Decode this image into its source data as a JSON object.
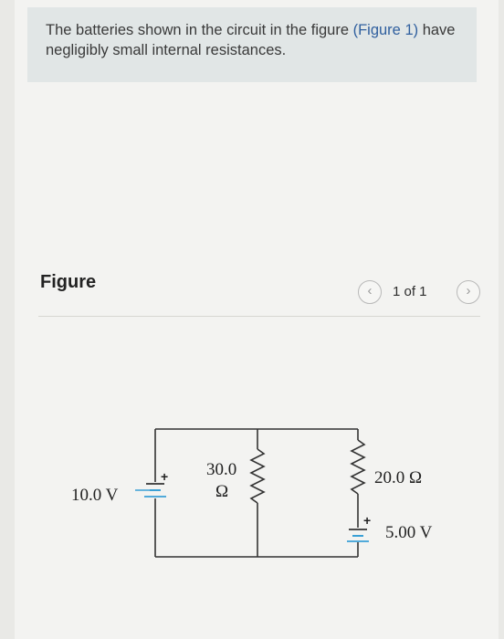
{
  "problem": {
    "text_before": "The batteries shown in the circuit in the figure ",
    "figure_link": "(Figure 1)",
    "text_after": " have negligibly small internal resistances."
  },
  "figure": {
    "label": "Figure",
    "pager": "1 of 1",
    "prev_icon": "chevron-left-icon",
    "next_icon": "chevron-right-icon"
  },
  "circuit": {
    "battery_left_voltage": "10.0 V",
    "resistor_middle_value": "30.0",
    "resistor_middle_unit": "Ω",
    "resistor_right": "20.0 Ω",
    "battery_right_voltage": "5.00 V",
    "plus_sign": "+"
  },
  "colors": {
    "link": "#2f5f9e",
    "problem_box": "#e1e6e6",
    "battery_blue": "#3aa0d6"
  }
}
